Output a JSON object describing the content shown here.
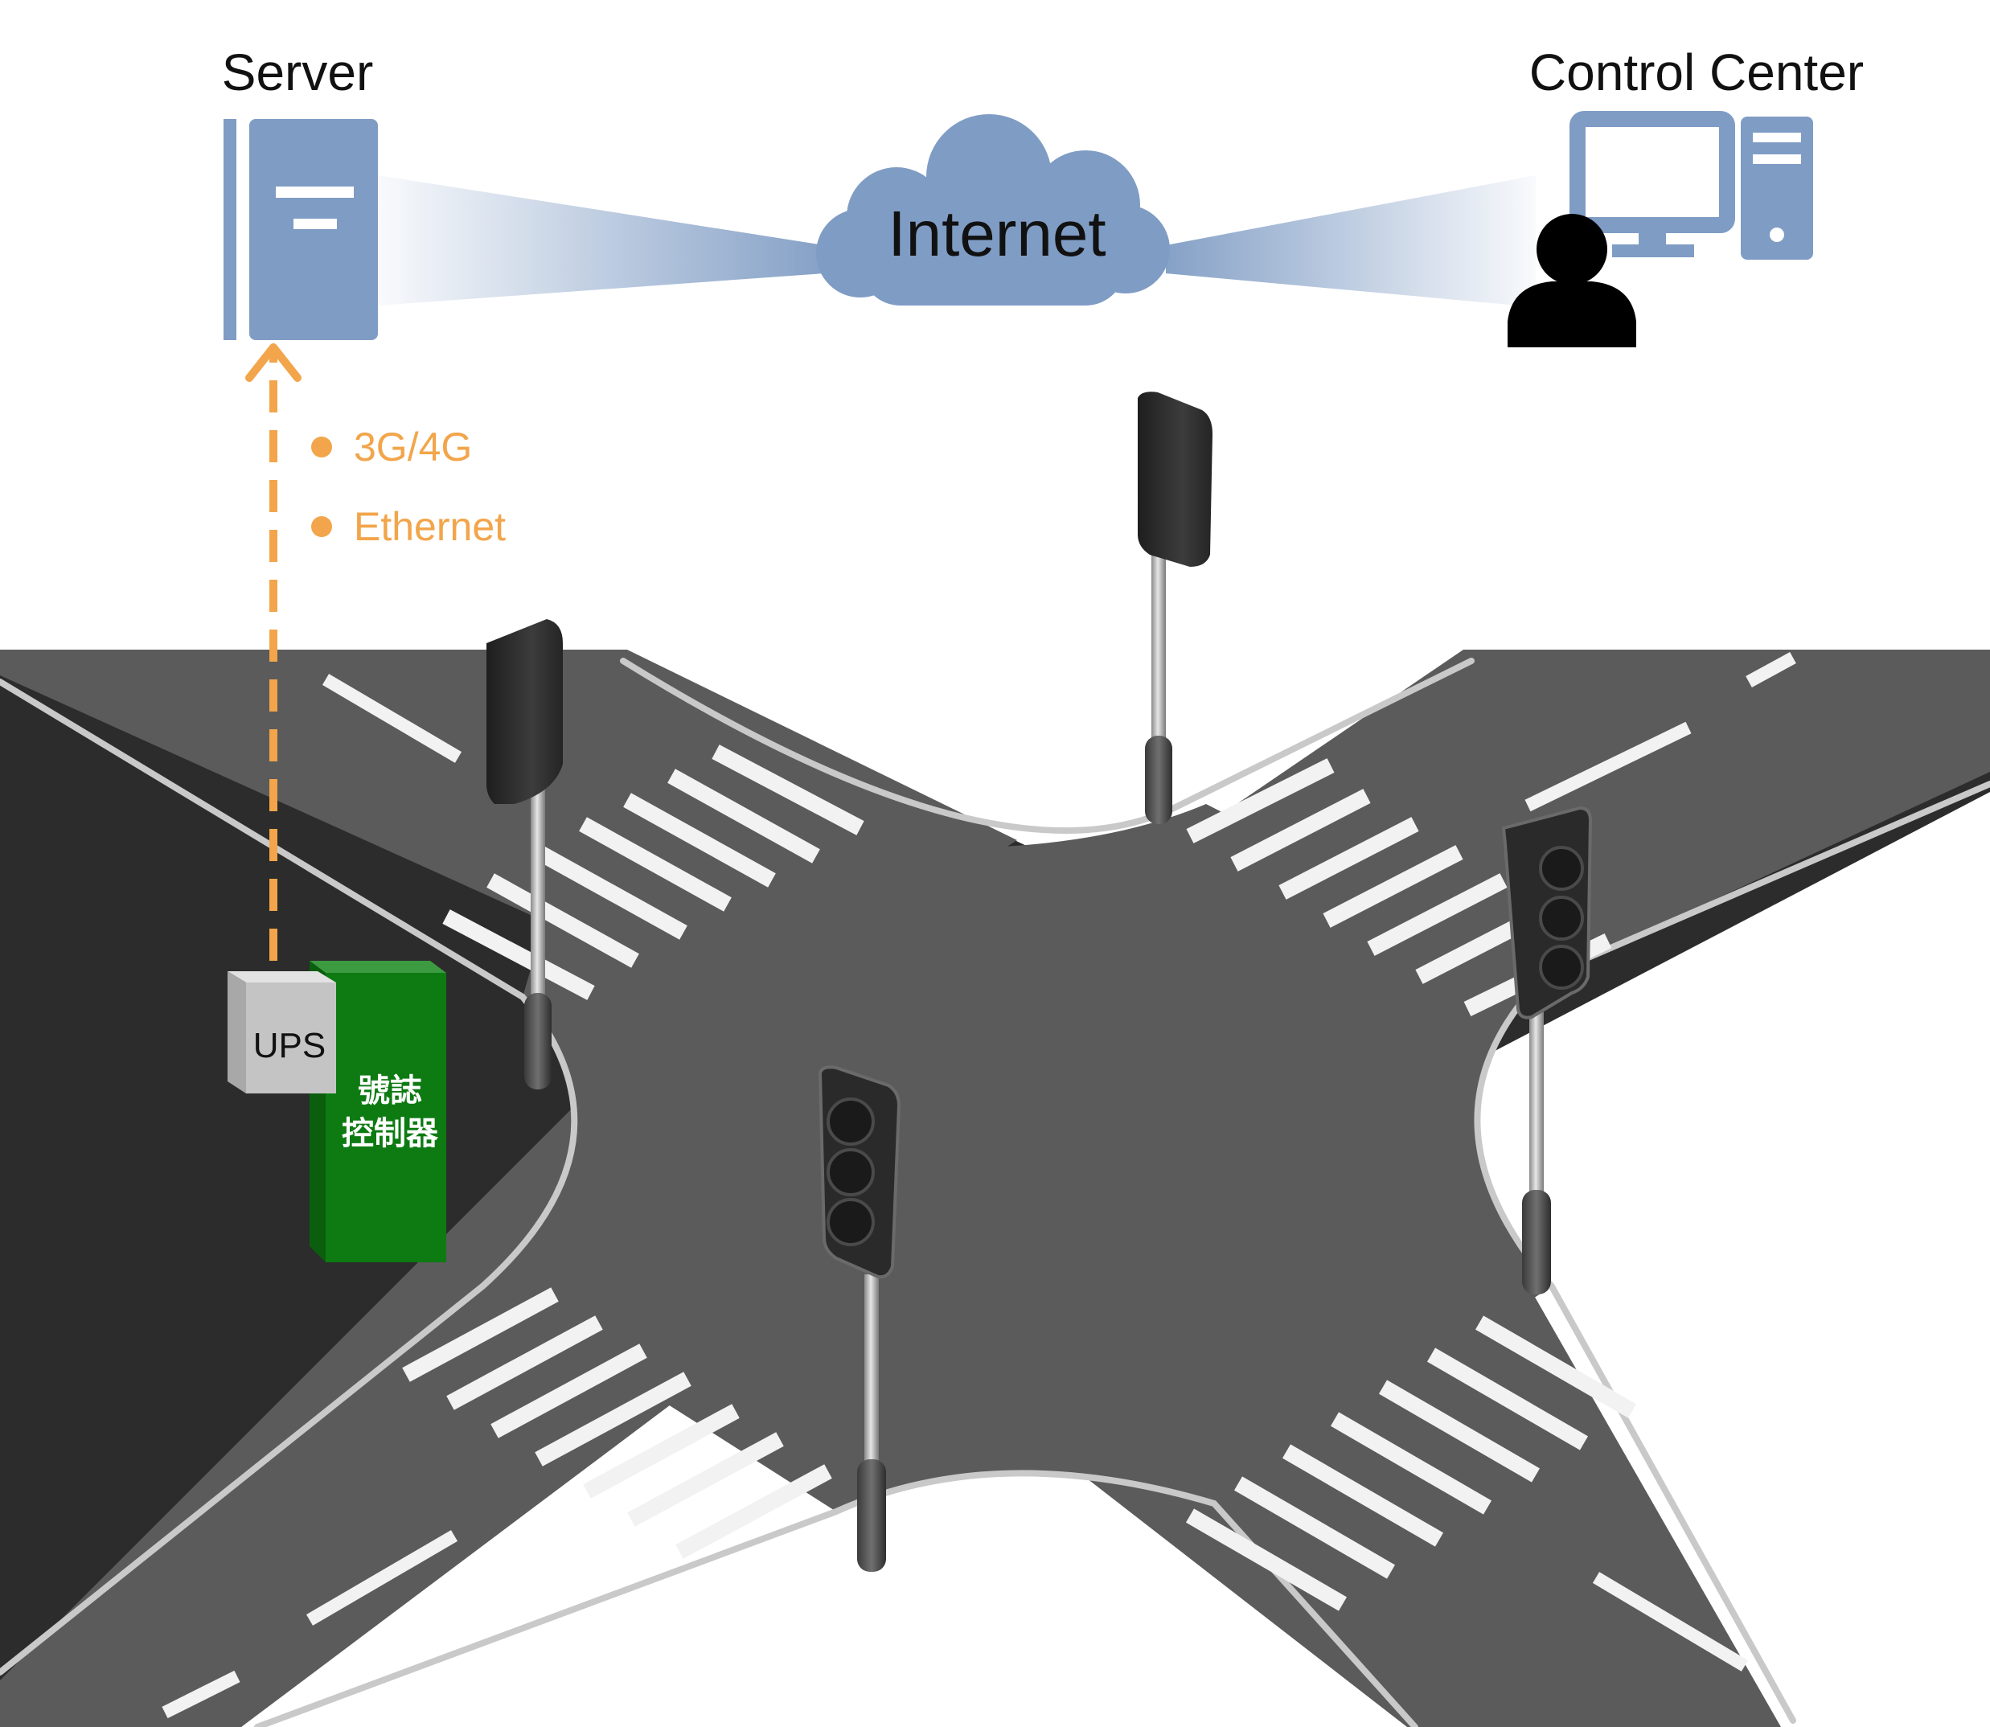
{
  "server": {
    "label": "Server",
    "icon": "server-icon"
  },
  "cloud": {
    "label": "Internet",
    "icon": "cloud-icon"
  },
  "control_center": {
    "label": "Control Center",
    "icon": "computer-icon",
    "user_icon": "user-icon"
  },
  "uplink": {
    "methods": [
      "3G/4G",
      "Ethernet"
    ],
    "color": "#F2A54A"
  },
  "cabinet": {
    "ups_label": "UPS",
    "controller_label_line1": "號誌",
    "controller_label_line2": "控制器"
  },
  "colors": {
    "icon_blue": "#7F9CC4",
    "road": "#5B5B5B",
    "road_edge": "#2C2C2C",
    "curb": "#C9C9C9",
    "marking": "#F2F2F2",
    "controller_green": "#0D7A12",
    "ups_gray": "#C4C4C4"
  }
}
